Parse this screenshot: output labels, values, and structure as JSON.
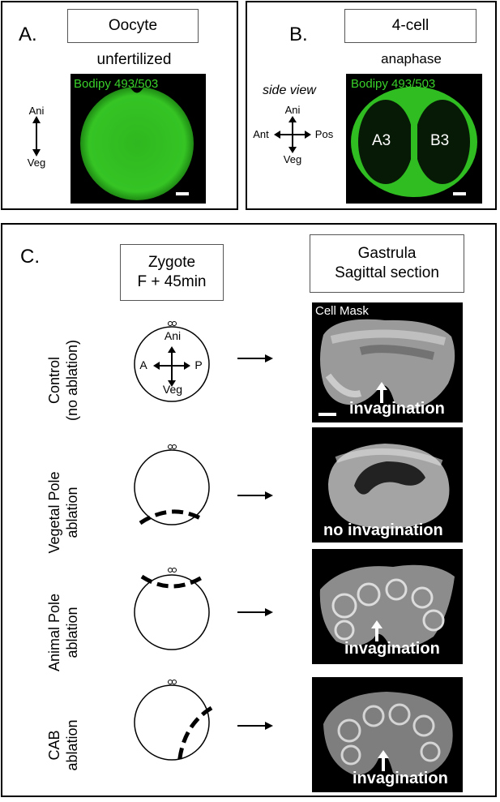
{
  "panelA": {
    "letter": "A.",
    "title": "Oocyte",
    "subtitle": "unfertilized",
    "stain": "Bodipy 493/503",
    "axis_top": "Ani",
    "axis_bottom": "Veg"
  },
  "panelB": {
    "letter": "B.",
    "title": "4-cell",
    "subtitle": "anaphase",
    "view": "side view",
    "stain": "Bodipy 493/503",
    "axis_top": "Ani",
    "axis_bottom": "Veg",
    "axis_left": "Ant",
    "axis_right": "Pos",
    "cell_left": "A3",
    "cell_right": "B3"
  },
  "panelC": {
    "letter": "C.",
    "zygote_title_line1": "Zygote",
    "zygote_title_line2": "F + 45min",
    "gastrula_title_line1": "Gastrula",
    "gastrula_title_line2": "Sagittal section",
    "stain": "Cell Mask",
    "diagram_axis_top": "Ani",
    "diagram_axis_bottom": "Veg",
    "diagram_axis_left": "A",
    "diagram_axis_right": "P",
    "rows": [
      {
        "label_line1": "Control",
        "label_line2": "(no ablation)",
        "result": "invagination"
      },
      {
        "label_line1": "Vegetal Pole",
        "label_line2": "ablation",
        "result": "no invagination"
      },
      {
        "label_line1": "Animal Pole",
        "label_line2": "ablation",
        "result": "invagination"
      },
      {
        "label_line1": "CAB",
        "label_line2": "ablation",
        "result": "invagination"
      }
    ]
  }
}
